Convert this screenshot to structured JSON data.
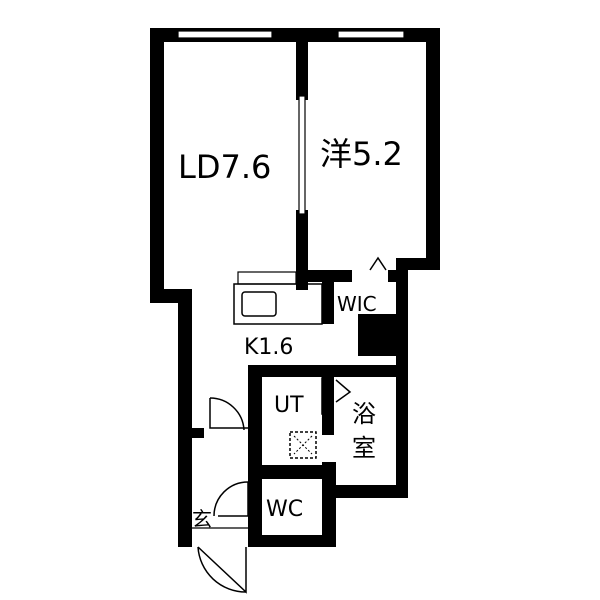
{
  "rooms": {
    "ld": "LD7.6",
    "western": "洋5.2",
    "kitchen": "K1.6",
    "wic": "WIC",
    "ut": "UT",
    "bath_line1": "浴",
    "bath_line2": "室",
    "wc": "WC",
    "entrance": "玄"
  },
  "colors": {
    "wall": "#000000",
    "background": "#ffffff"
  }
}
